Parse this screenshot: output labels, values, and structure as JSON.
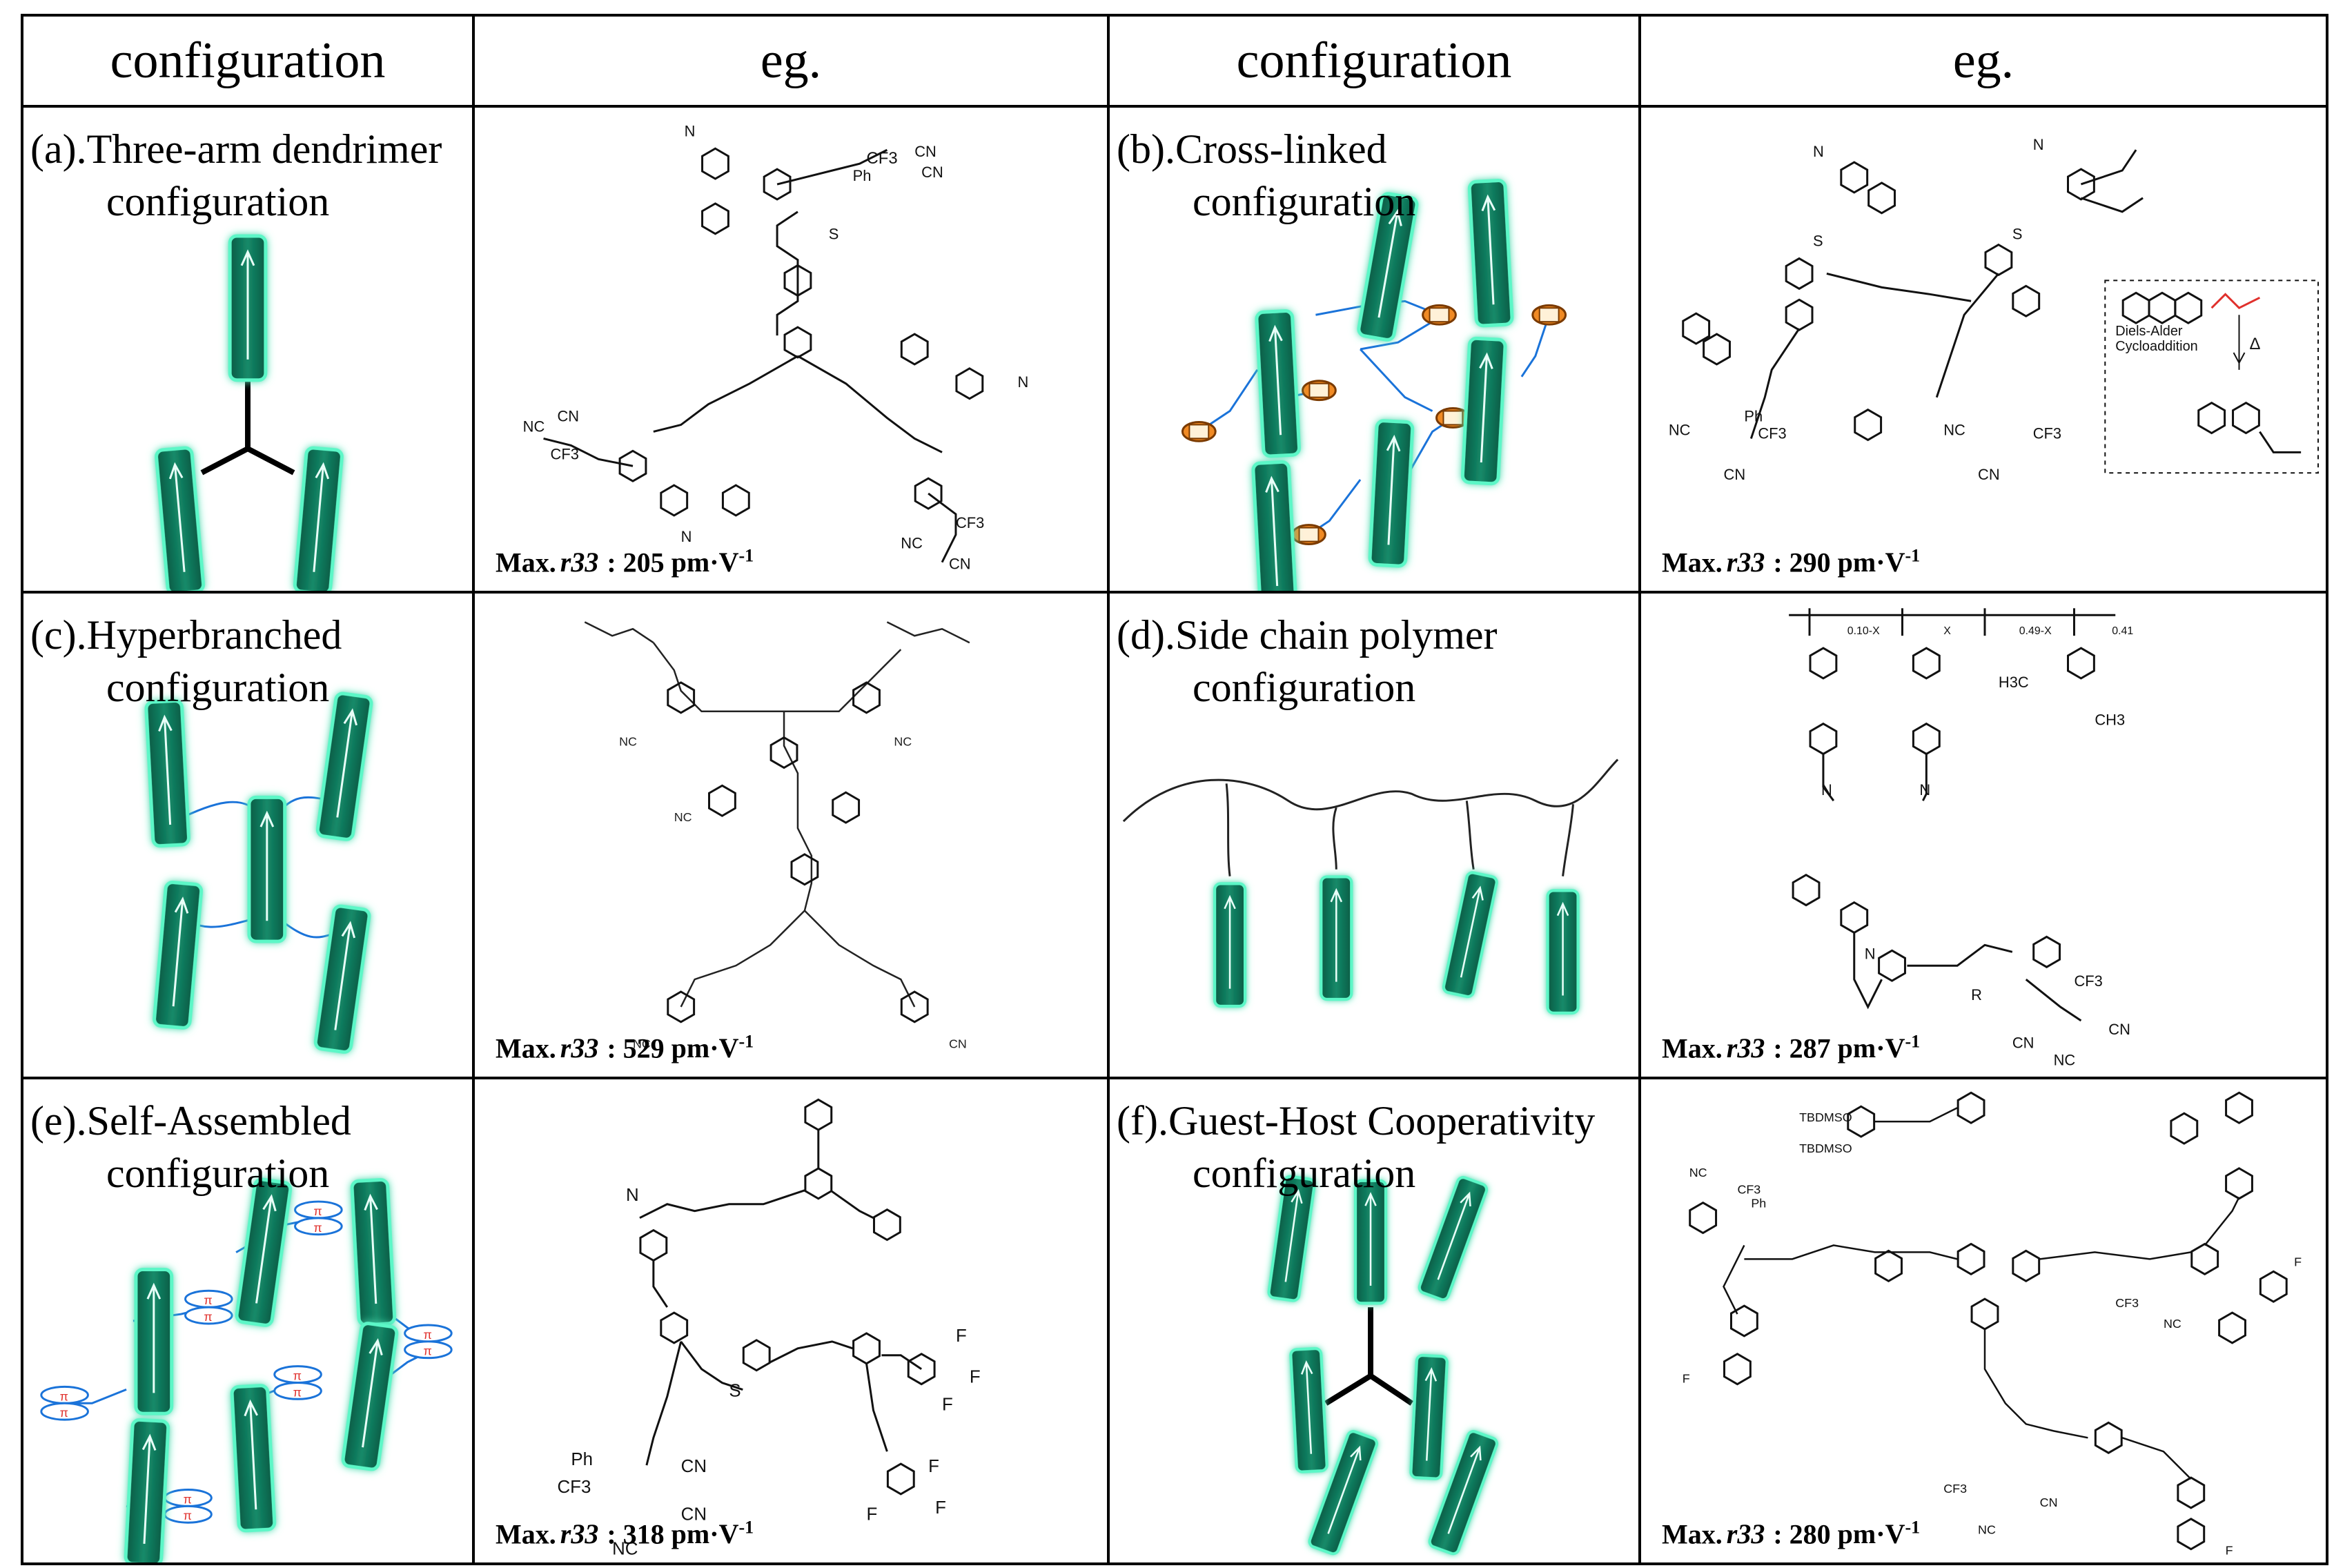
{
  "headers": [
    "configuration",
    "eg.",
    "configuration",
    "eg."
  ],
  "cells": [
    {
      "label": "(a).Three-arm dendrimer",
      "label2": "configuration",
      "metric": {
        "prefix": "Max.",
        "symbol": "r33",
        "sep": ":",
        "value": "205",
        "unit": "pm·V",
        "exp": "-1"
      }
    },
    {
      "label": "(b).Cross-linked",
      "label2": "configuration",
      "metric": {
        "prefix": "Max.",
        "symbol": "r33",
        "sep": ":",
        "value": "290",
        "unit": "pm·V",
        "exp": "-1"
      }
    },
    {
      "label": "(c).Hyperbranched",
      "label2": "configuration",
      "metric": {
        "prefix": "Max.",
        "symbol": "r33",
        "sep": ":",
        "value": "529",
        "unit": "pm·V",
        "exp": "-1"
      }
    },
    {
      "label": "(d).Side chain polymer",
      "label2": "configuration",
      "metric": {
        "prefix": "Max.",
        "symbol": "r33",
        "sep": ":",
        "value": "287",
        "unit": "pm·V",
        "exp": "-1"
      }
    },
    {
      "label": "(e).Self-Assembled",
      "label2": "configuration",
      "metric": {
        "prefix": "Max.",
        "symbol": "r33",
        "sep": ":",
        "value": "318",
        "unit": "pm·V",
        "exp": "-1"
      }
    },
    {
      "label": "(f).Guest-Host Cooperativity",
      "label2": "configuration",
      "metric": {
        "prefix": "Max.",
        "symbol": "r33",
        "sep": ":",
        "value": "280",
        "unit": "pm·V",
        "exp": "-1"
      }
    }
  ],
  "chem_labels": {
    "cn": "CN",
    "nc": "NC",
    "cf3": "CF3",
    "ph": "Ph",
    "tbdmso": "TBDMSO",
    "f": "F",
    "n": "N",
    "s": "S",
    "r": "R",
    "da_line1": "Diels-Alder",
    "da_line2": "Cycloaddition",
    "delta": "Δ",
    "pi": "π",
    "h3c": "H3C",
    "ch3": "CH3",
    "sub1": "0.10-X",
    "sub2": "X",
    "sub3": "0.49-X",
    "sub4": "0.41"
  },
  "colors": {
    "chromophore": "#0d6b52",
    "glow": "#55ffd0",
    "arrow": "#e8fff8",
    "link": "#1a73d9",
    "crosslink": "#f08a24",
    "pi": "#e0302c"
  }
}
